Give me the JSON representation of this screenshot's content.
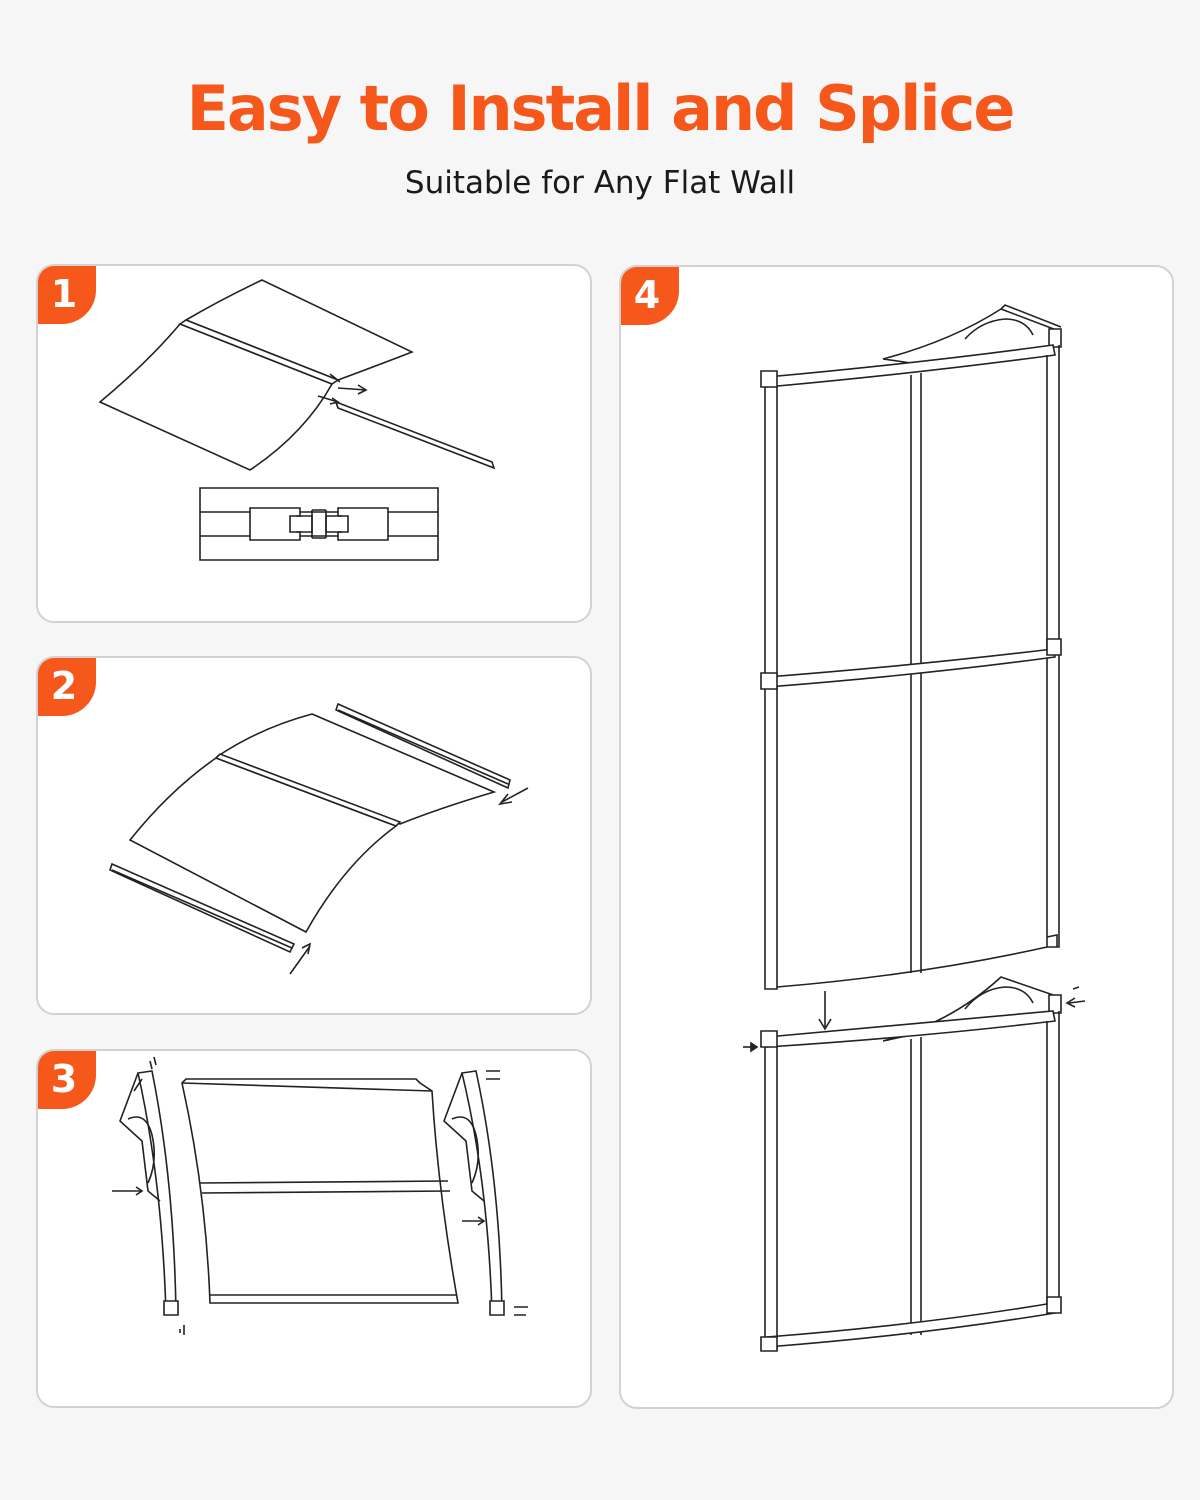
{
  "header": {
    "title": "Easy to Install and Splice",
    "subtitle": "Suitable for Any Flat Wall"
  },
  "colors": {
    "accent": "#f5581a",
    "panel_border": "#d2d2d2",
    "line": "#222222"
  },
  "steps": [
    {
      "number": "1"
    },
    {
      "number": "2"
    },
    {
      "number": "3"
    },
    {
      "number": "4"
    }
  ]
}
